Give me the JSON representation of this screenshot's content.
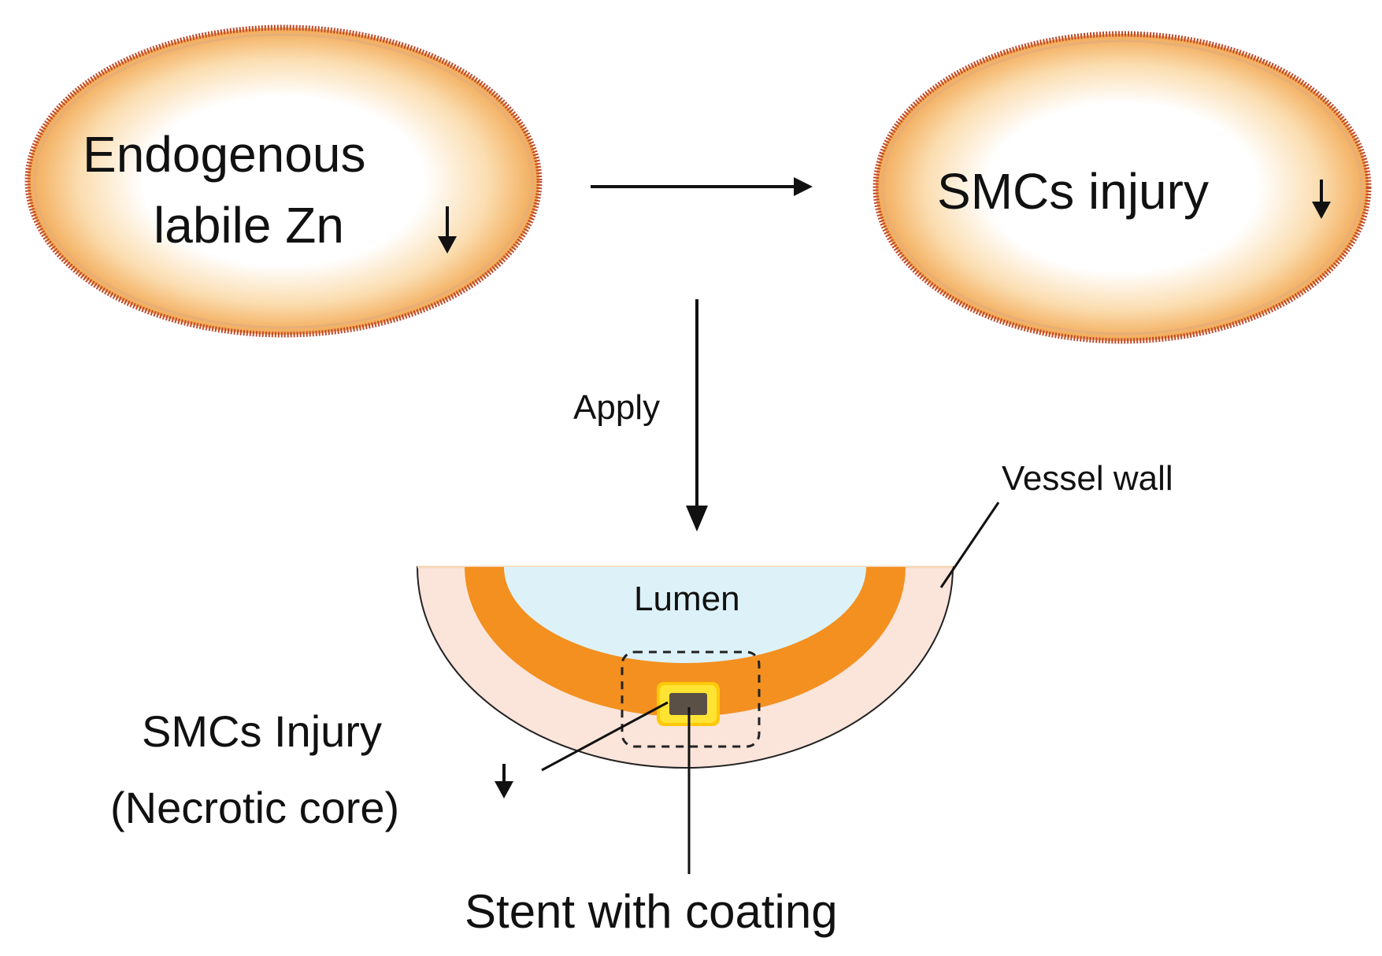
{
  "left_oval": {
    "line1": "Endogenous",
    "line2": "labile Zn"
  },
  "right_oval": {
    "text": "SMCs injury"
  },
  "arrow_label": "Apply",
  "vessel": {
    "wall_label": "Vessel wall",
    "lumen_label": "Lumen"
  },
  "callouts": {
    "injury_line1": "SMCs Injury",
    "injury_line2": "(Necrotic core)",
    "stent": "Stent with coating"
  },
  "colors": {
    "oval_ring": "#F2A955",
    "oval_border": "#C0492A",
    "vessel_wall": "#FBE4DA",
    "media_layer": "#F39020",
    "lumen": "#DDF2F8",
    "stent_core": "#5A5046",
    "stent_coating": "#FFE433"
  }
}
